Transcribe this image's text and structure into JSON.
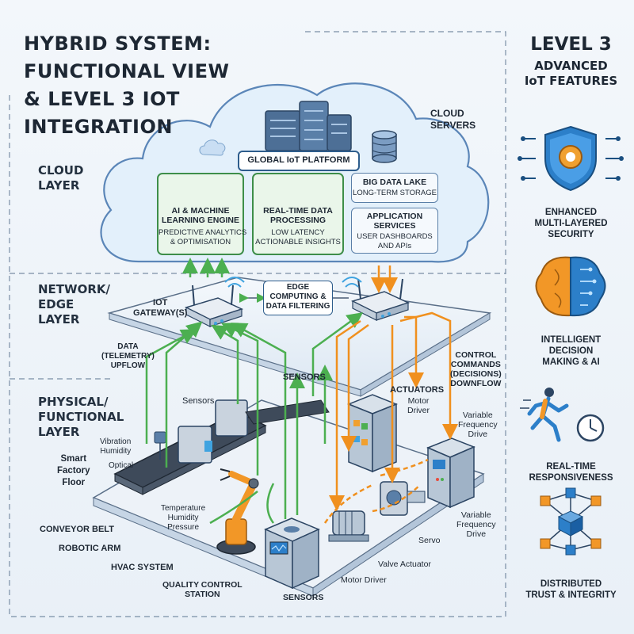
{
  "title": {
    "line1": "HYBRID SYSTEM:",
    "line2": "FUNCTIONAL VIEW",
    "line3": "& LEVEL 3 IOT",
    "line4": "INTEGRATION"
  },
  "layers": {
    "cloud": [
      "CLOUD",
      "LAYER"
    ],
    "network": [
      "NETWORK/",
      "EDGE",
      "LAYER"
    ],
    "physical": [
      "PHYSICAL/",
      "FUNCTIONAL",
      "LAYER"
    ]
  },
  "cloud": {
    "servers_label": [
      "CLOUD",
      "SERVERS"
    ],
    "platform": "GLOBAL IoT PLATFORM",
    "ai_engine": {
      "title": [
        "AI & MACHINE",
        "LEARNING ENGINE"
      ],
      "sub": [
        "PREDICTIVE ANALYTICS",
        "& OPTIMISATION"
      ]
    },
    "realtime": {
      "title": [
        "REAL-TIME DATA",
        "PROCESSING"
      ],
      "sub": [
        "LOW LATENCY",
        "ACTIONABLE INSIGHTS"
      ]
    },
    "data_lake": {
      "title": "BIG DATA LAKE",
      "sub": "LONG-TERM STORAGE"
    },
    "app_services": {
      "title": [
        "APPLICATION",
        "SERVICES"
      ],
      "sub": [
        "USER DASHBOARDS",
        "AND APIs"
      ]
    }
  },
  "edge": {
    "gateway": [
      "IOT",
      "GATEWAY(S)"
    ],
    "computing": [
      "EDGE",
      "COMPUTING &",
      "DATA FILTERING"
    ]
  },
  "flows": {
    "upflow": [
      "DATA",
      "(TELEMETRY)",
      "UPFLOW"
    ],
    "downflow": [
      "CONTROL",
      "COMMANDS",
      "(DECISIONS)",
      "DOWNFLOW"
    ],
    "sensors_top": "SENSORS",
    "actuators": "ACTUATORS"
  },
  "floor": {
    "sensors": "Sensors",
    "vibration": [
      "Vibration",
      "Humidity"
    ],
    "optical": "Optical",
    "smart_factory": [
      "Smart",
      "Factory",
      "Floor"
    ],
    "env": [
      "Temperature",
      "Humidity",
      "Pressure"
    ],
    "conveyor": "CONVEYOR BELT",
    "robotic_arm": "ROBOTIC ARM",
    "hvac": "HVAC SYSTEM",
    "qc": [
      "QUALITY CONTROL",
      "STATION"
    ],
    "sensors_bottom": "SENSORS",
    "motor_driver_bottom": "Motor Driver",
    "valve_actuator": "Valve Actuator",
    "servo": "Servo",
    "vfd_bottom": [
      "Variable",
      "Frequency",
      "Drive"
    ],
    "motor_driver_top": [
      "Motor",
      "Driver"
    ],
    "vfd_top": [
      "Variable",
      "Frequency",
      "Drive"
    ]
  },
  "sidebar": {
    "title_big": "LEVEL 3",
    "title_small": [
      "ADVANCED",
      "IoT FEATURES"
    ],
    "features": [
      {
        "icon": "shield-gear-icon",
        "label": [
          "ENHANCED",
          "MULTI-LAYERED",
          "SECURITY"
        ]
      },
      {
        "icon": "brain-circuit-icon",
        "label": [
          "INTELLIGENT",
          "DECISION",
          "MAKING & AI"
        ]
      },
      {
        "icon": "runner-clock-icon",
        "label": [
          "REAL-TIME",
          "RESPONSIVENESS"
        ]
      },
      {
        "icon": "blockchain-cube-icon",
        "label": [
          "DISTRIBUTED",
          "TRUST & INTEGRITY"
        ]
      }
    ]
  },
  "colors": {
    "upflow": "#4caf50",
    "downflow": "#f0901e",
    "cloud_fill": "#e3f0fb",
    "cloud_stroke": "#5b86b8",
    "platform_stroke": "#2e5d8c",
    "accent_blue": "#2c7fc9"
  }
}
